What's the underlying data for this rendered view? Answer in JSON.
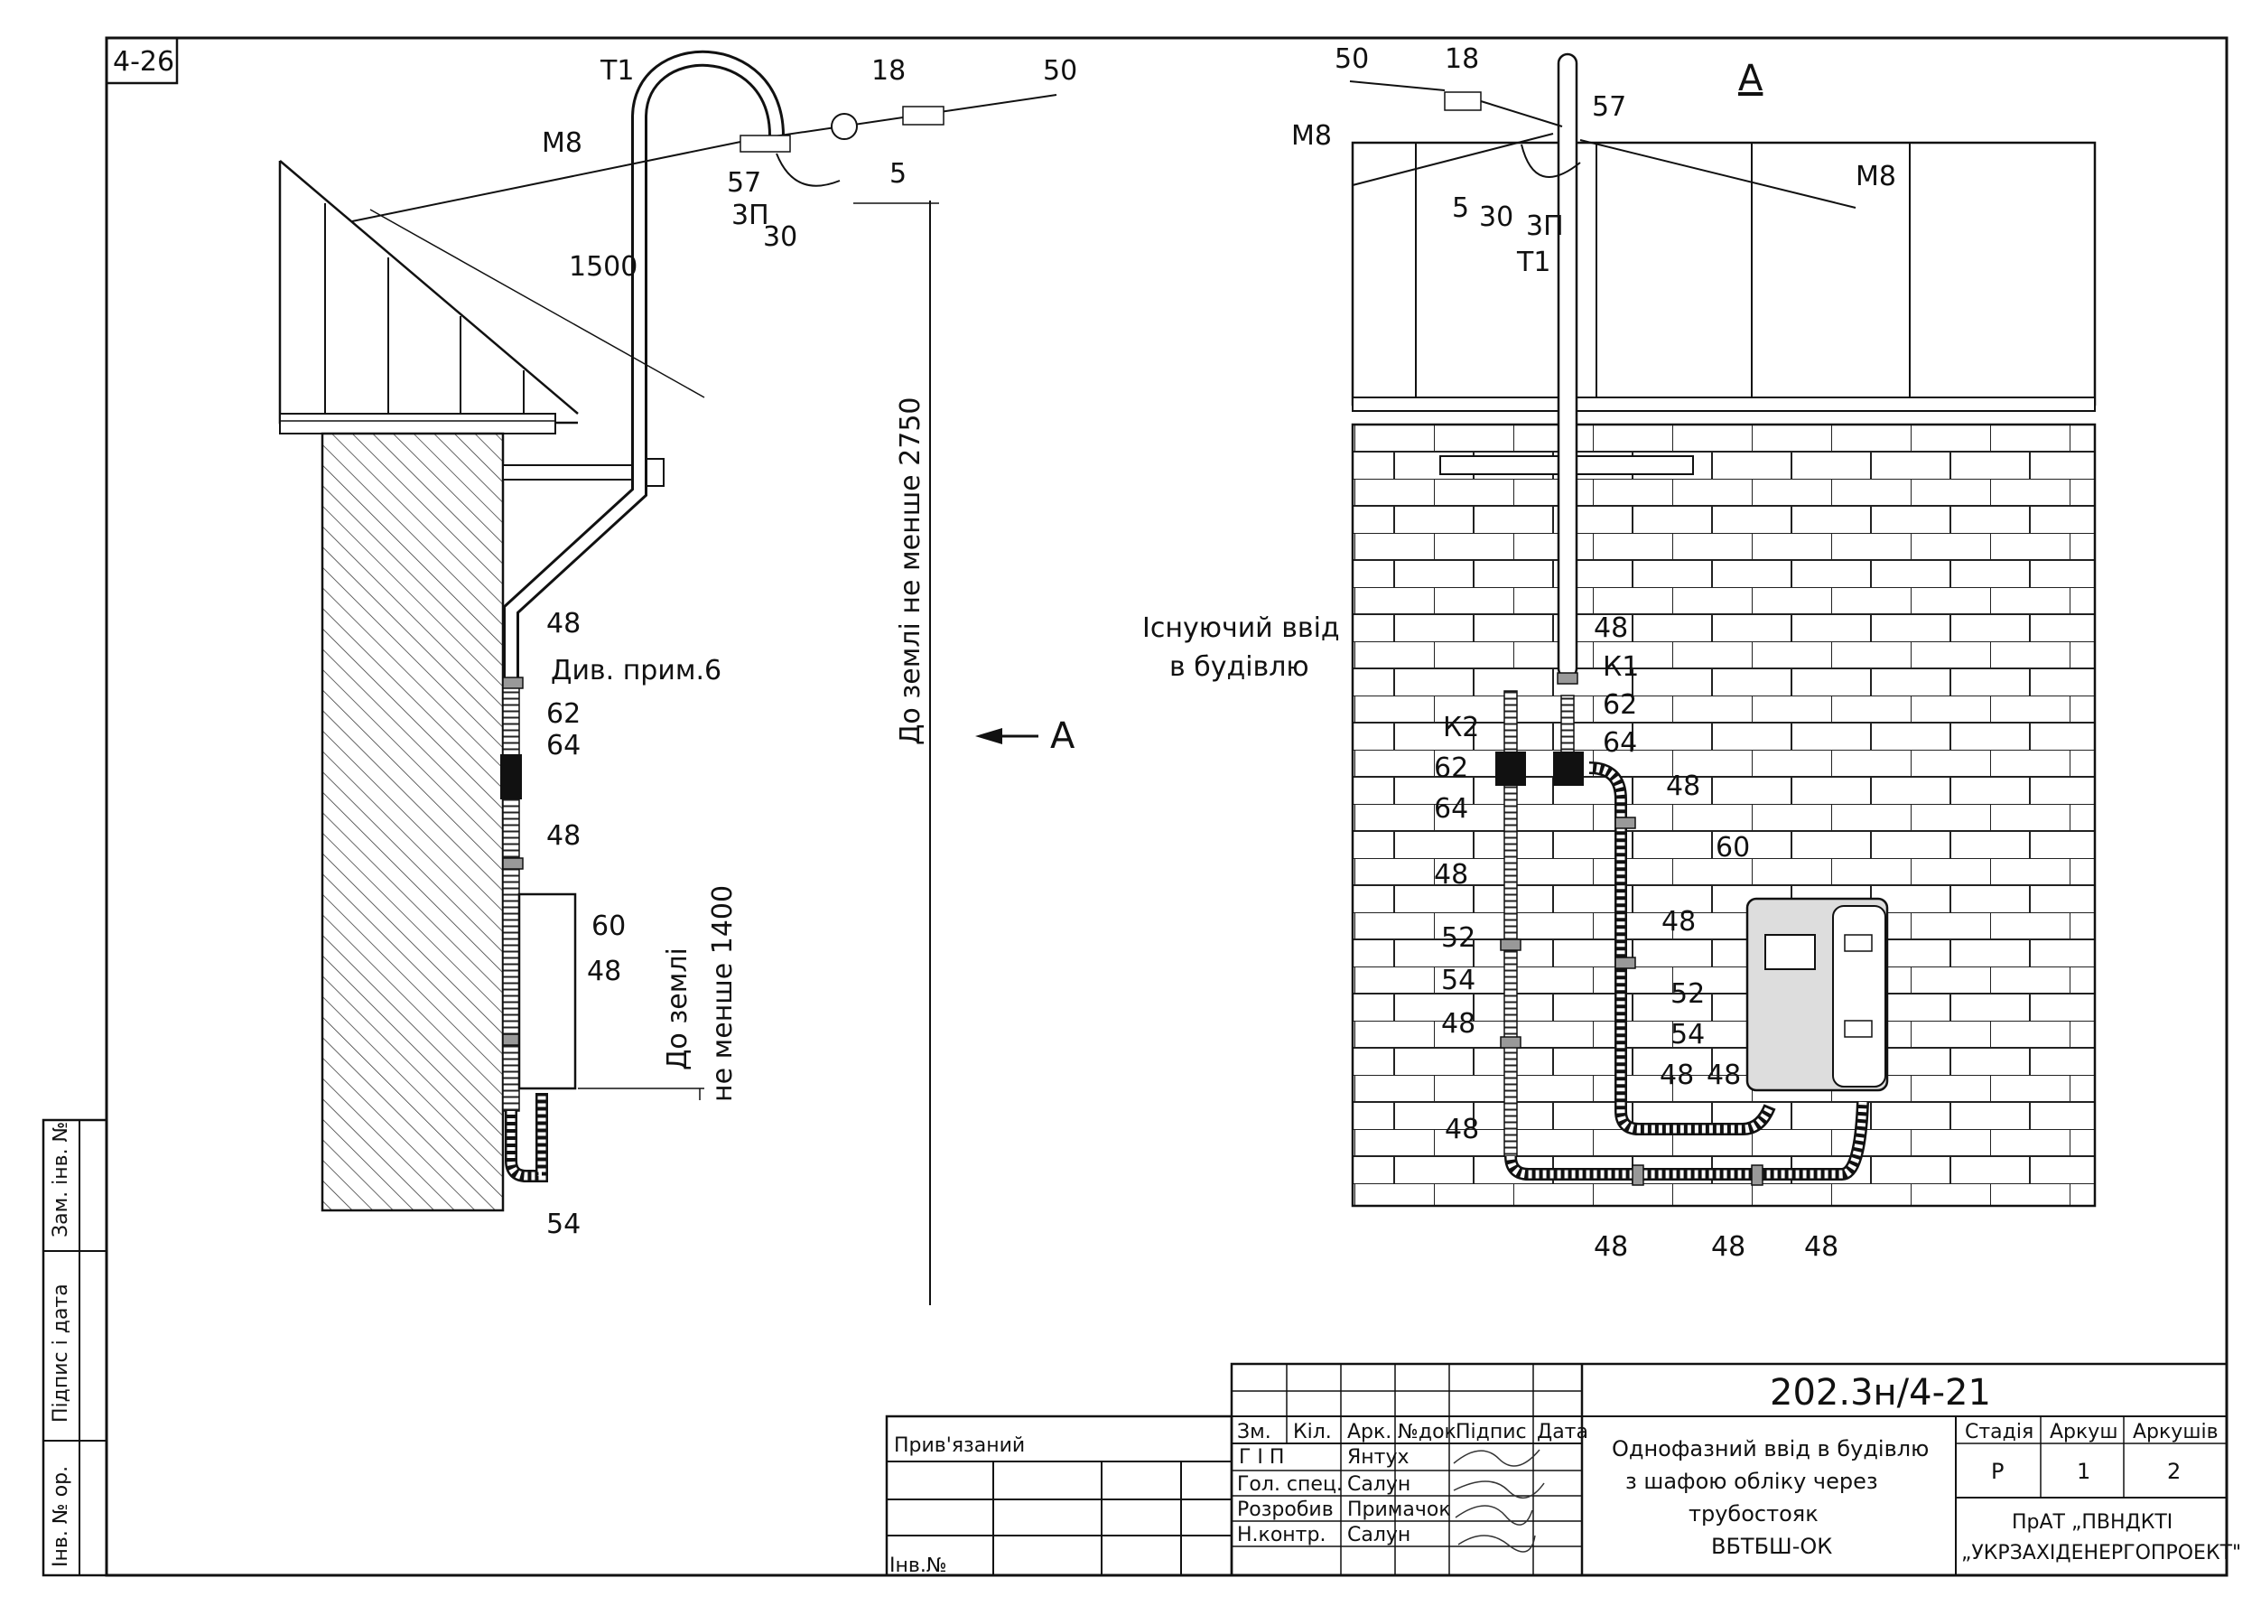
{
  "sheet": {
    "code": "4-26",
    "drawing_number": "202.3н/4-21",
    "title_lines": [
      "Однофазний ввід в будівлю",
      "з шафою обліку через",
      "трубостояк",
      "ВБТБШ-ОК"
    ],
    "organization_lines": [
      "ПрАТ „ПВНДКТІ",
      "„УКРЗАХІДЕНЕРГОПРОЕКТ\""
    ],
    "stage_header": "Стадія",
    "sheet_header": "Аркуш",
    "sheets_header": "Аркушів",
    "stage": "Р",
    "sheet_no": "1",
    "sheets_total": "2",
    "tied_label": "Прив'язаний",
    "inv_label": "Інв.№",
    "columns": [
      "Зм.",
      "Кіл.",
      "Арк.",
      "№док",
      "Підпис",
      "Дата"
    ],
    "roles": [
      {
        "role": "Г І П",
        "name": "Янтух"
      },
      {
        "role": "Гол. спец.",
        "name": "Салун"
      },
      {
        "role": "Розробив",
        "name": "Примачок"
      },
      {
        "role": "Н.контр.",
        "name": "Салун"
      }
    ],
    "side_stamp": [
      "Зам. інв. №",
      "Підпис і дата",
      "Інв. № ор."
    ]
  },
  "left_view": {
    "labels": {
      "t1": "Т1",
      "n18": "18",
      "n50": "50",
      "m8": "М8",
      "n57": "57",
      "n3p": "3П",
      "n30": "30",
      "n5": "5",
      "dim1500": "1500",
      "n48a": "48",
      "note6": "Див. прим.6",
      "n62": "62",
      "n64": "64",
      "n48b": "48",
      "n60": "60",
      "n48c": "48",
      "n54": "54"
    },
    "ground_min_2750": "До землі не менше 2750",
    "ground_min_1400_l1": "До землі",
    "ground_min_1400_l2": "не менше 1400",
    "arrow_label": "А"
  },
  "right_view": {
    "view_label": "А",
    "labels": {
      "n50": "50",
      "n18": "18",
      "n57": "57",
      "m8a": "М8",
      "m8b": "М8",
      "n5": "5",
      "n30": "30",
      "n3p": "3П",
      "t1": "Т1",
      "existing_l1": "Існуючий ввід",
      "existing_l2": "в будівлю",
      "n48_top": "48",
      "k1": "К1",
      "n62r": "62",
      "n64r": "64",
      "k2": "К2",
      "n62l": "62",
      "n64l": "64",
      "n48_r1": "48",
      "n60": "60",
      "n48_l1": "48",
      "n48_r2": "48",
      "n52l": "52",
      "n54l": "54",
      "n48_l2": "48",
      "n52r": "52",
      "n54r": "54",
      "n48_b1": "48",
      "n48_b2": "48",
      "n48_b3": "48",
      "n48_bot1": "48",
      "n48_bot2": "48",
      "n48_bot3": "48"
    }
  }
}
